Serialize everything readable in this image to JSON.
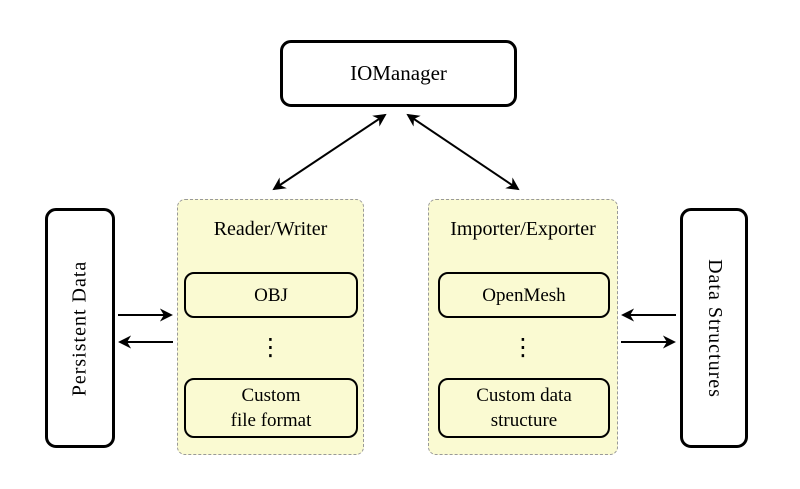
{
  "diagram": {
    "background_color": "#FFFFFF",
    "nodes": {
      "iomanager": {
        "label": "IOManager"
      },
      "persistent_data": {
        "label": "Persistent Data",
        "text_rotation": "bottom-to-top"
      },
      "data_structures": {
        "label": "Data Structures",
        "text_rotation": "top-to-bottom"
      },
      "reader_writer": {
        "title": "Reader/Writer",
        "item_top": "OBJ",
        "ellipsis": "⋮",
        "item_bottom_line1": "Custom",
        "item_bottom_line2": "file format"
      },
      "importer_exporter": {
        "title": "Importer/Exporter",
        "item_top": "OpenMesh",
        "ellipsis": "⋮",
        "item_bottom_line1": "Custom data",
        "item_bottom_line2": "structure"
      }
    },
    "edges": [
      {
        "from": "IOManager",
        "to": "Reader/Writer",
        "direction": "bidirectional"
      },
      {
        "from": "IOManager",
        "to": "Importer/Exporter",
        "direction": "bidirectional"
      },
      {
        "from": "Persistent Data",
        "to": "Reader/Writer",
        "direction": "one-way"
      },
      {
        "from": "Reader/Writer",
        "to": "Persistent Data",
        "direction": "one-way"
      },
      {
        "from": "Data Structures",
        "to": "Importer/Exporter",
        "direction": "one-way"
      },
      {
        "from": "Importer/Exporter",
        "to": "Data Structures",
        "direction": "one-way"
      }
    ],
    "colors": {
      "group_fill": "#FAFAD2",
      "group_border": "#999999",
      "node_border": "#000000",
      "node_fill": "#FFFFFF",
      "arrow": "#000000"
    }
  }
}
